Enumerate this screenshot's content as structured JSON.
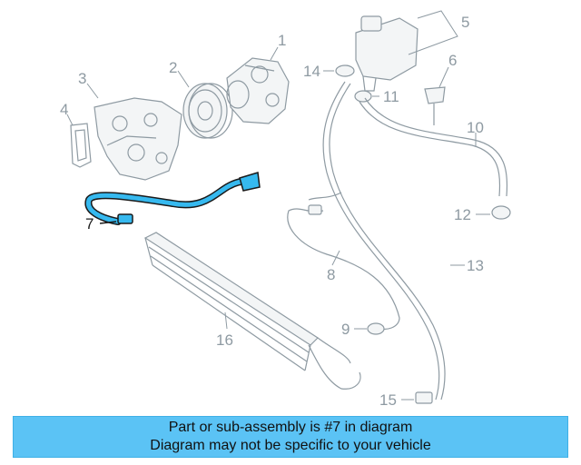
{
  "diagram": {
    "callouts": [
      "1",
      "2",
      "3",
      "4",
      "5",
      "6",
      "7",
      "8",
      "9",
      "10",
      "11",
      "12",
      "13",
      "14",
      "15",
      "16"
    ],
    "highlighted_part": "7",
    "colors": {
      "highlight": "#36b9ef",
      "line_art": "#8e9aa2",
      "banner": "#5bc3f5"
    }
  },
  "banner": {
    "line1": "Part or sub-assembly is #7 in diagram",
    "line2": "Diagram may not be specific to your vehicle"
  }
}
